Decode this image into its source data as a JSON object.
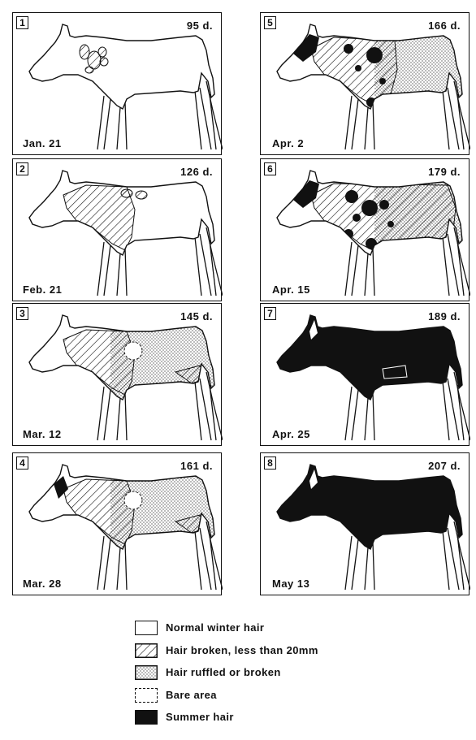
{
  "panels": [
    {
      "number": "1",
      "days": "95 d.",
      "date": "Jan. 21",
      "stage": 1
    },
    {
      "number": "2",
      "days": "126 d.",
      "date": "Feb. 21",
      "stage": 2
    },
    {
      "number": "3",
      "days": "145 d.",
      "date": "Mar. 12",
      "stage": 3
    },
    {
      "number": "4",
      "days": "161 d.",
      "date": "Mar. 28",
      "stage": 4
    },
    {
      "number": "5",
      "days": "166 d.",
      "date": "Apr. 2",
      "stage": 5
    },
    {
      "number": "6",
      "days": "179 d.",
      "date": "Apr. 15",
      "stage": 6
    },
    {
      "number": "7",
      "days": "189 d.",
      "date": "Apr. 25",
      "stage": 7
    },
    {
      "number": "8",
      "days": "207 d.",
      "date": "May 13",
      "stage": 8
    }
  ],
  "legend": [
    {
      "key": "winter",
      "label": "Normal winter hair"
    },
    {
      "key": "hatch",
      "label": "Hair broken, less than 20mm"
    },
    {
      "key": "dots",
      "label": "Hair ruffled or broken"
    },
    {
      "key": "bare",
      "label": "Bare area"
    },
    {
      "key": "summer",
      "label": "Summer hair"
    }
  ],
  "colors": {
    "ink": "#111111",
    "paper": "#ffffff"
  }
}
